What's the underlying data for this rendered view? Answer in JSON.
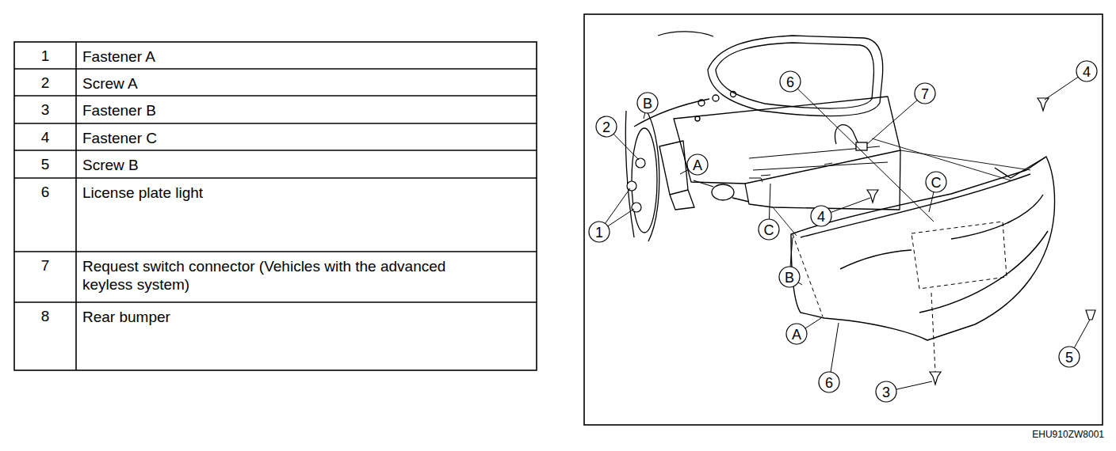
{
  "diagram": {
    "labels": [
      "1",
      "Fastener A",
      "2",
      "Screw A",
      "3",
      "Fastener B",
      "4",
      "Fastener C",
      "5",
      "Screw B",
      "6",
      "License plate light",
      "7",
      "Request switch connector (Vehicles with the advanced keyless system)",
      "8",
      "Rear bumper",
      "4",
      "6",
      "7",
      "B",
      "2",
      "A",
      "C",
      "4",
      "C",
      "1",
      "B",
      "A",
      "5",
      "6",
      "3",
      "EHU910ZW8001"
    ]
  }
}
